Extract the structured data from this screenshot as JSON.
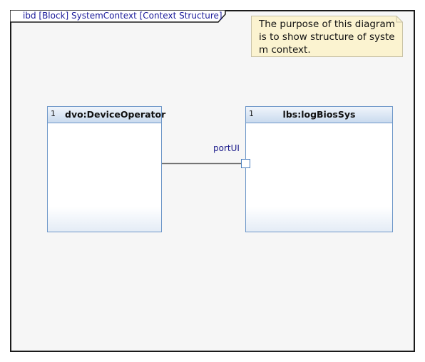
{
  "frame": {
    "title": "ibd [Block] SystemContext [Context Structure]"
  },
  "note": {
    "text": "The purpose of this diagram is to show structure of system context."
  },
  "parts": [
    {
      "multiplicity": "1",
      "name": "dvo:DeviceOperator"
    },
    {
      "multiplicity": "1",
      "name": "lbs:logBiosSys"
    }
  ],
  "port": {
    "label": "portUI"
  },
  "colors": {
    "part_border": "#6f98c9",
    "frame_title": "#1a1a9a",
    "note_fill": "#fbf3d0",
    "port_label": "#1a1a8a"
  }
}
